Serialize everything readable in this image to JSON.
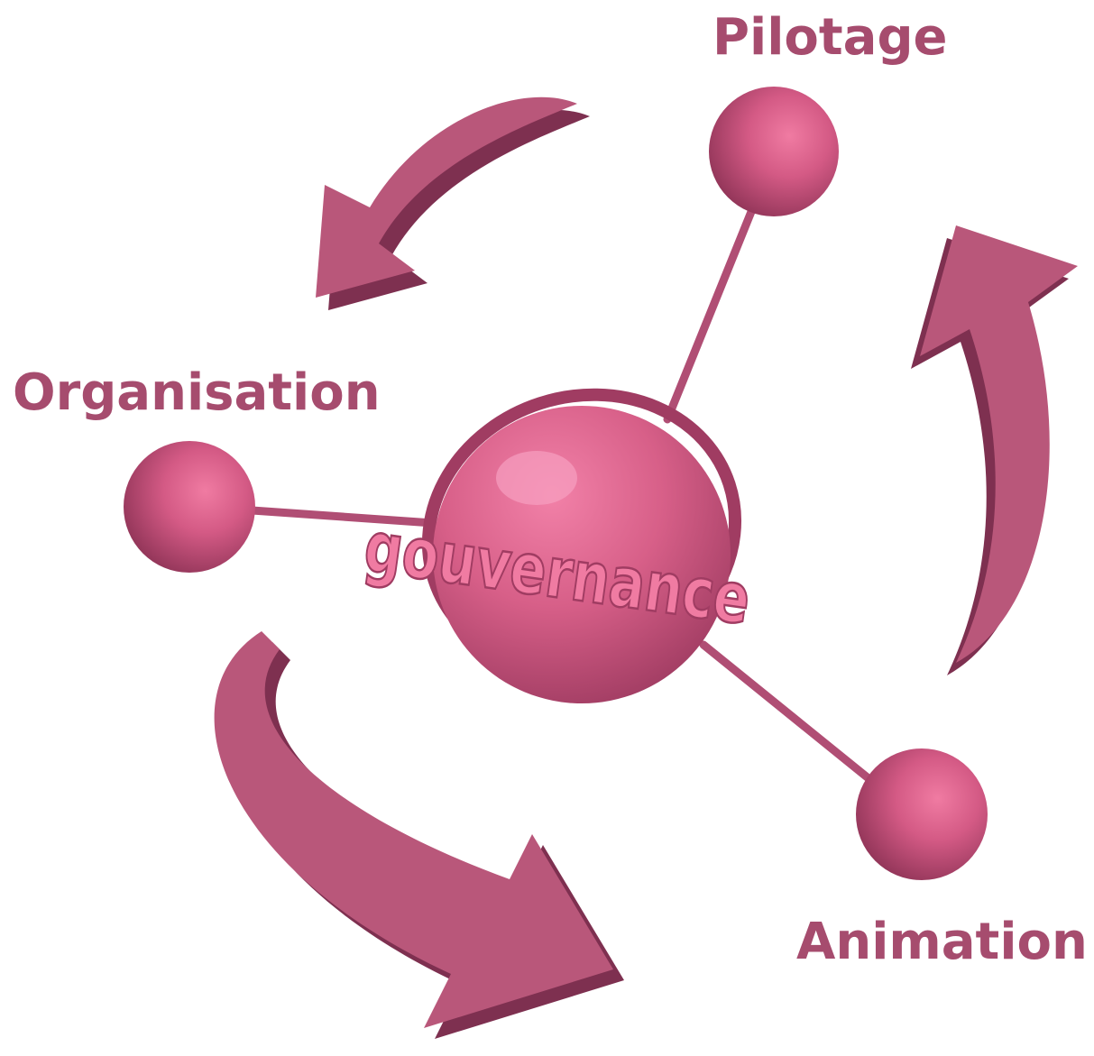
{
  "diagram": {
    "center_label": "gouvernance",
    "nodes": [
      {
        "id": "pilotage",
        "label": "Pilotage"
      },
      {
        "id": "organisation",
        "label": "Organisation"
      },
      {
        "id": "animation",
        "label": "Animation"
      }
    ],
    "arrows": [
      {
        "id": "arrow-pilotage-to-organisation",
        "direction": "counter-clockwise"
      },
      {
        "id": "arrow-organisation-to-animation",
        "direction": "counter-clockwise"
      },
      {
        "id": "arrow-animation-to-pilotage",
        "direction": "counter-clockwise"
      }
    ],
    "colors": {
      "label": "#a64c6e",
      "sphere_light": "#f07ba2",
      "sphere_mid": "#d45a85",
      "sphere_dark": "#8e3356",
      "arrow_face": "#b9577a",
      "arrow_side": "#7e3050"
    }
  }
}
